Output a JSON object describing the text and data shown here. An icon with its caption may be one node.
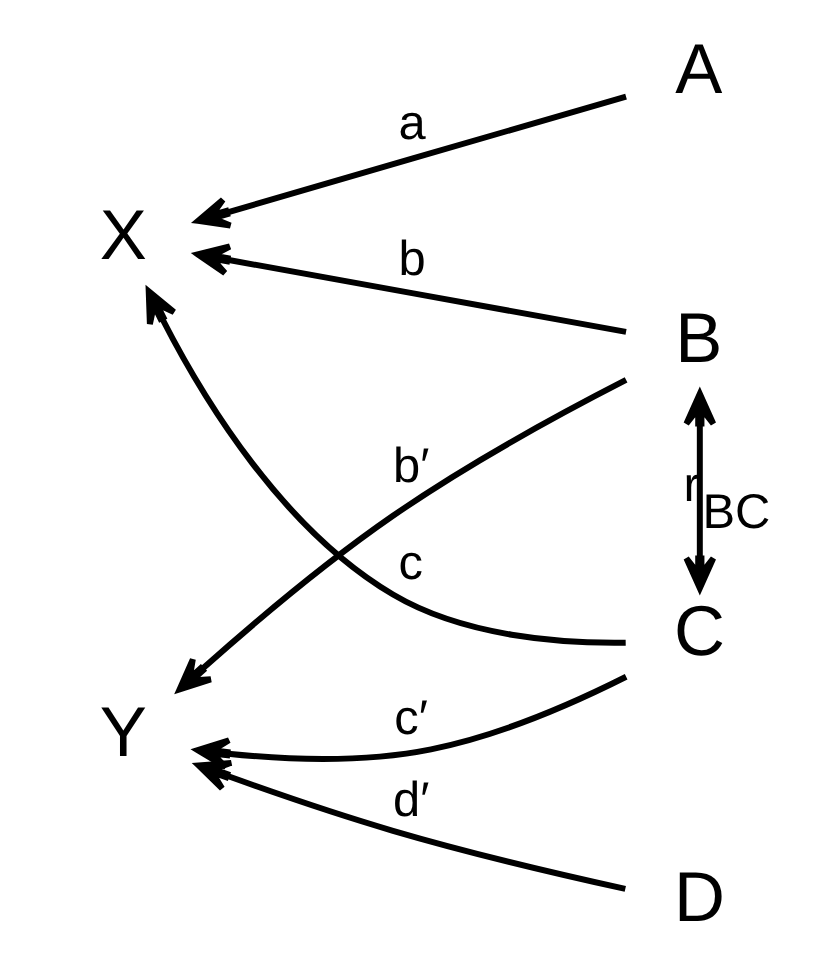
{
  "diagram": {
    "nodes": [
      {
        "text": [
          "A"
        ]
      },
      {
        "text": [
          "X"
        ]
      },
      {
        "text": [
          "B"
        ]
      },
      {
        "text": [
          "C"
        ]
      },
      {
        "text": [
          "Y"
        ]
      },
      {
        "text": [
          "D"
        ]
      }
    ],
    "edges": [
      {
        "from": 0,
        "to": 1,
        "arrow": "to",
        "label": "a"
      },
      {
        "from": 2,
        "to": 1,
        "arrow": "to",
        "label": "b"
      },
      {
        "from": 3,
        "to": 1,
        "arrow": "to",
        "label": "c"
      },
      {
        "from": 2,
        "to": 4,
        "arrow": "to",
        "label": "b′"
      },
      {
        "from": 3,
        "to": 4,
        "arrow": "to",
        "label": "c′"
      },
      {
        "from": 5,
        "to": 4,
        "arrow": "to",
        "label": "d′"
      },
      {
        "from": 2,
        "to": 3,
        "arrow": "both",
        "label": "r$_{BC}$"
      }
    ]
  }
}
